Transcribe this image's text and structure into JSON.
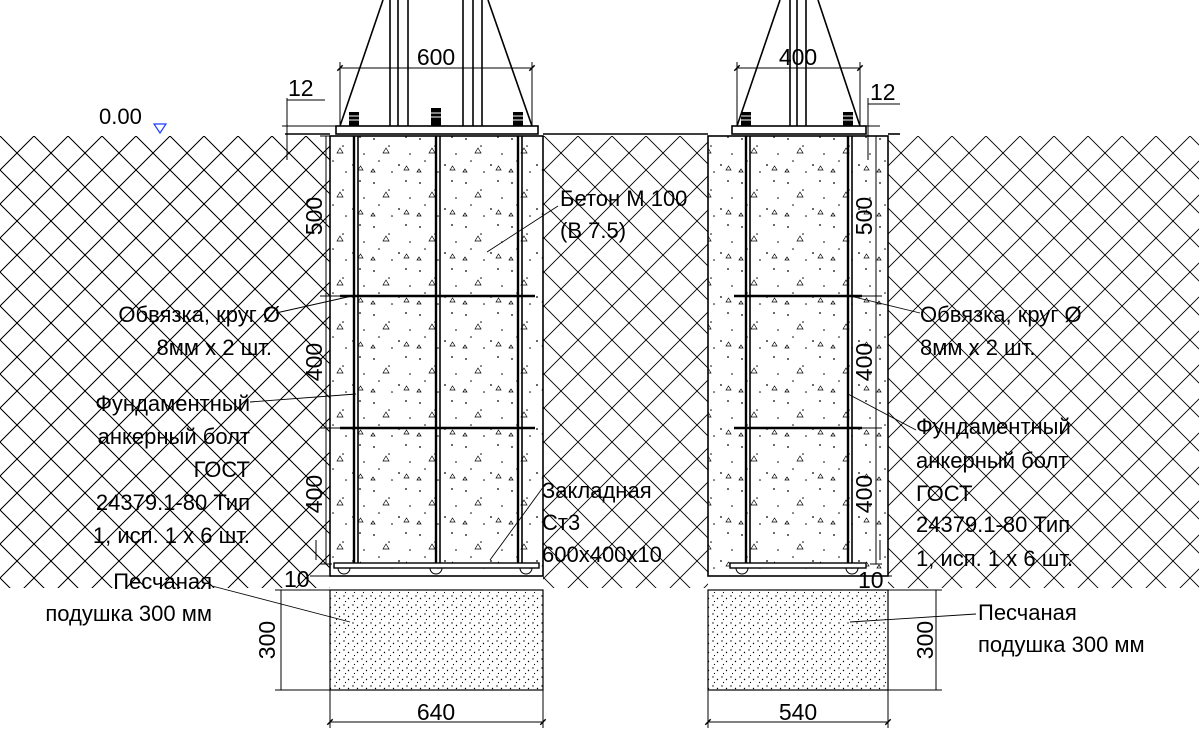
{
  "elevation": {
    "label": "0.00"
  },
  "left_section": {
    "top_width": "600",
    "plate_thickness": "12",
    "zone_heights": [
      "500",
      "400",
      "400"
    ],
    "gap": "10",
    "sand_height": "300",
    "bottom_width": "640"
  },
  "right_section": {
    "top_width": "400",
    "plate_thickness": "12",
    "zone_heights": [
      "500",
      "400",
      "400"
    ],
    "gap": "10",
    "sand_height": "300",
    "bottom_width": "540"
  },
  "labels": {
    "concrete": [
      "Бетон М 100",
      "(В 7.5)"
    ],
    "tie_left": [
      "Обвязка, круг Ø",
      "8мм  х 2 шт."
    ],
    "tie_right": [
      "Обвязка, круг Ø",
      "8мм  х 2 шт."
    ],
    "anchor_left": [
      "Фундаментный",
      "анкерный болт",
      "ГОСТ",
      "24379.1-80  Тип",
      "1, исп. 1  х 6 шт."
    ],
    "anchor_right": [
      "Фундаментный",
      "анкерный болт",
      "ГОСТ",
      "24379.1-80  Тип",
      "1, исп. 1  х 6 шт."
    ],
    "embedded": [
      "Закладная",
      "Ст3",
      "600х400х10"
    ],
    "sand_left": [
      "Песчаная",
      "подушка 300 мм"
    ],
    "sand_right": [
      "Песчаная",
      "подушка 300 мм"
    ]
  },
  "materials": {
    "soil": "cross-hatch",
    "concrete": "concrete-dots",
    "sand": "sand-dots"
  }
}
